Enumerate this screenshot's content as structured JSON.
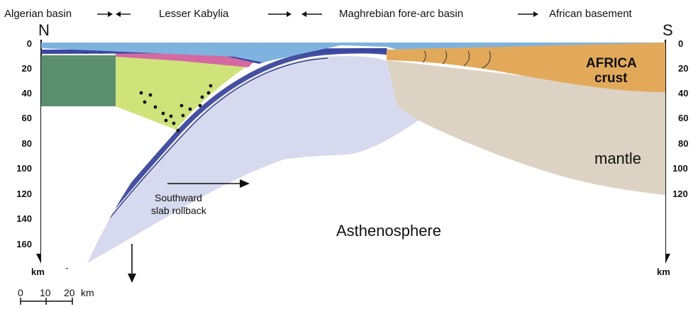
{
  "header": {
    "algerian_basin": "Algerian basin",
    "lesser_kabylia": "Lesser Kabylia",
    "maghrebian_basin": "Maghrebian fore-arc basin",
    "african_basement": "African basement"
  },
  "orientation": {
    "north": "N",
    "south": "S"
  },
  "depth_axis": {
    "ticks": [
      "0",
      "20",
      "40",
      "60",
      "80",
      "100",
      "120",
      "140",
      "160"
    ],
    "unit": "km"
  },
  "labels": {
    "africa": "AFRICA",
    "crust": "crust",
    "mantle": "mantle",
    "asthenosphere": "Asthenosphere",
    "slab_line1": "Southward",
    "slab_line2": "slab rollback"
  },
  "scale_bar": {
    "ticks": [
      "0",
      "10",
      "20"
    ],
    "unit": "km"
  },
  "colors": {
    "dark_green": "#5b8f6e",
    "lime": "#cfe37a",
    "slab_lavender": "#d7d9ee",
    "slab_edge": "#4650a0",
    "african_crust": "#e2a95b",
    "african_mantle": "#ddd3c4",
    "pink": "#d46aa1",
    "water": "#7fb3df"
  }
}
